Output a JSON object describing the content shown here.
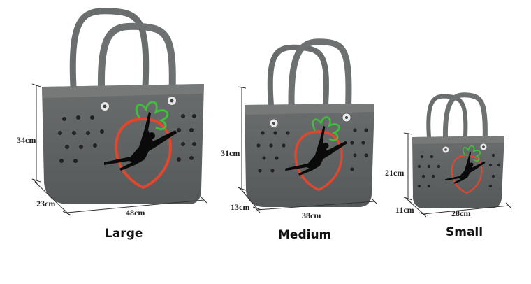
{
  "bags": [
    {
      "label": "Large",
      "height": "34cm",
      "depth": "23cm",
      "width": "48cm"
    },
    {
      "label": "Medium",
      "height": "31cm",
      "depth": "13cm",
      "width": "38cm"
    },
    {
      "label": "Small",
      "height": "21cm",
      "depth": "11cm",
      "width": "28cm"
    }
  ],
  "colors": {
    "bag_body": "#5f6262",
    "bag_top": "#6d7070",
    "bag_shadow": "#4d5050",
    "handle": "#6a6d6d",
    "dimension_line": "#333333",
    "leaf": "#3fbf3a",
    "strawberry_outline": "#e0472c",
    "dancer": "#0a0a0a"
  }
}
